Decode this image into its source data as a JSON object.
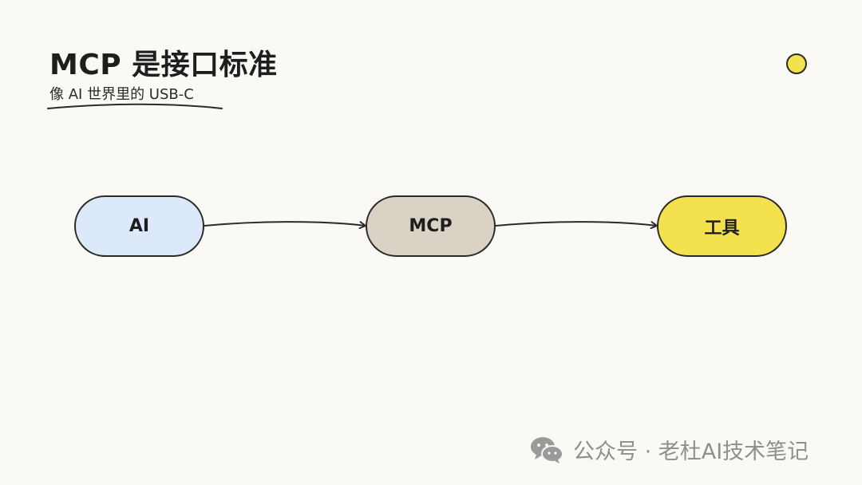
{
  "header": {
    "title": "MCP 是接口标准",
    "subtitle": "像 AI 世界里的 USB-C"
  },
  "diagram": {
    "nodes": [
      {
        "id": "ai",
        "label": "AI",
        "color": "#dce9fb"
      },
      {
        "id": "mcp",
        "label": "MCP",
        "color": "#d9d2c5"
      },
      {
        "id": "tools",
        "label": "工具",
        "color": "#f3e24d"
      }
    ],
    "edges": [
      {
        "from": "ai",
        "to": "mcp"
      },
      {
        "from": "mcp",
        "to": "tools"
      }
    ]
  },
  "decoration": {
    "dot_color": "#f3e24d"
  },
  "footer": {
    "icon": "wechat-icon",
    "text": "公众号 · 老杜AI技术笔记"
  }
}
